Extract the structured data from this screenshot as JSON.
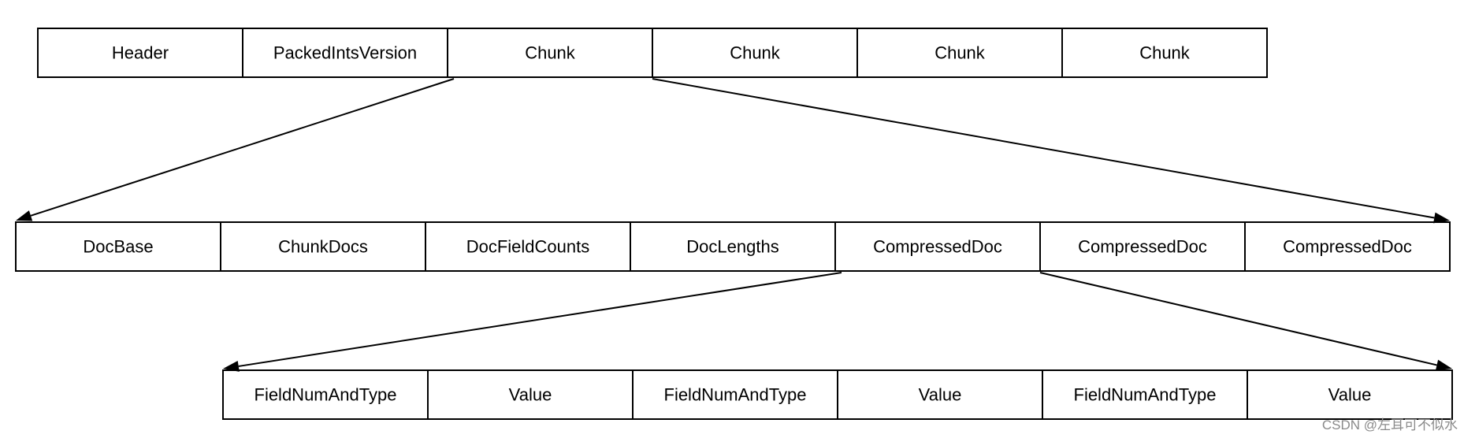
{
  "rows": {
    "top": {
      "cells": [
        "Header",
        "PackedIntsVersion",
        "Chunk",
        "Chunk",
        "Chunk",
        "Chunk"
      ]
    },
    "middle": {
      "cells": [
        "DocBase",
        "ChunkDocs",
        "DocFieldCounts",
        "DocLengths",
        "CompressedDoc",
        "CompressedDoc",
        "CompressedDoc"
      ]
    },
    "bottom": {
      "cells": [
        "FieldNumAndType",
        "Value",
        "FieldNumAndType",
        "Value",
        "FieldNumAndType",
        "Value"
      ]
    }
  },
  "expansions": [
    {
      "from_row": "top",
      "from_cell": 2,
      "to_row": "middle"
    },
    {
      "from_row": "middle",
      "from_cell": 4,
      "to_row": "bottom"
    }
  ],
  "watermark": "CSDN @左耳可不似水",
  "colors": {
    "background": "#ffffff",
    "stroke": "#000000",
    "text": "#000000",
    "watermark": "#8a8a8a"
  }
}
